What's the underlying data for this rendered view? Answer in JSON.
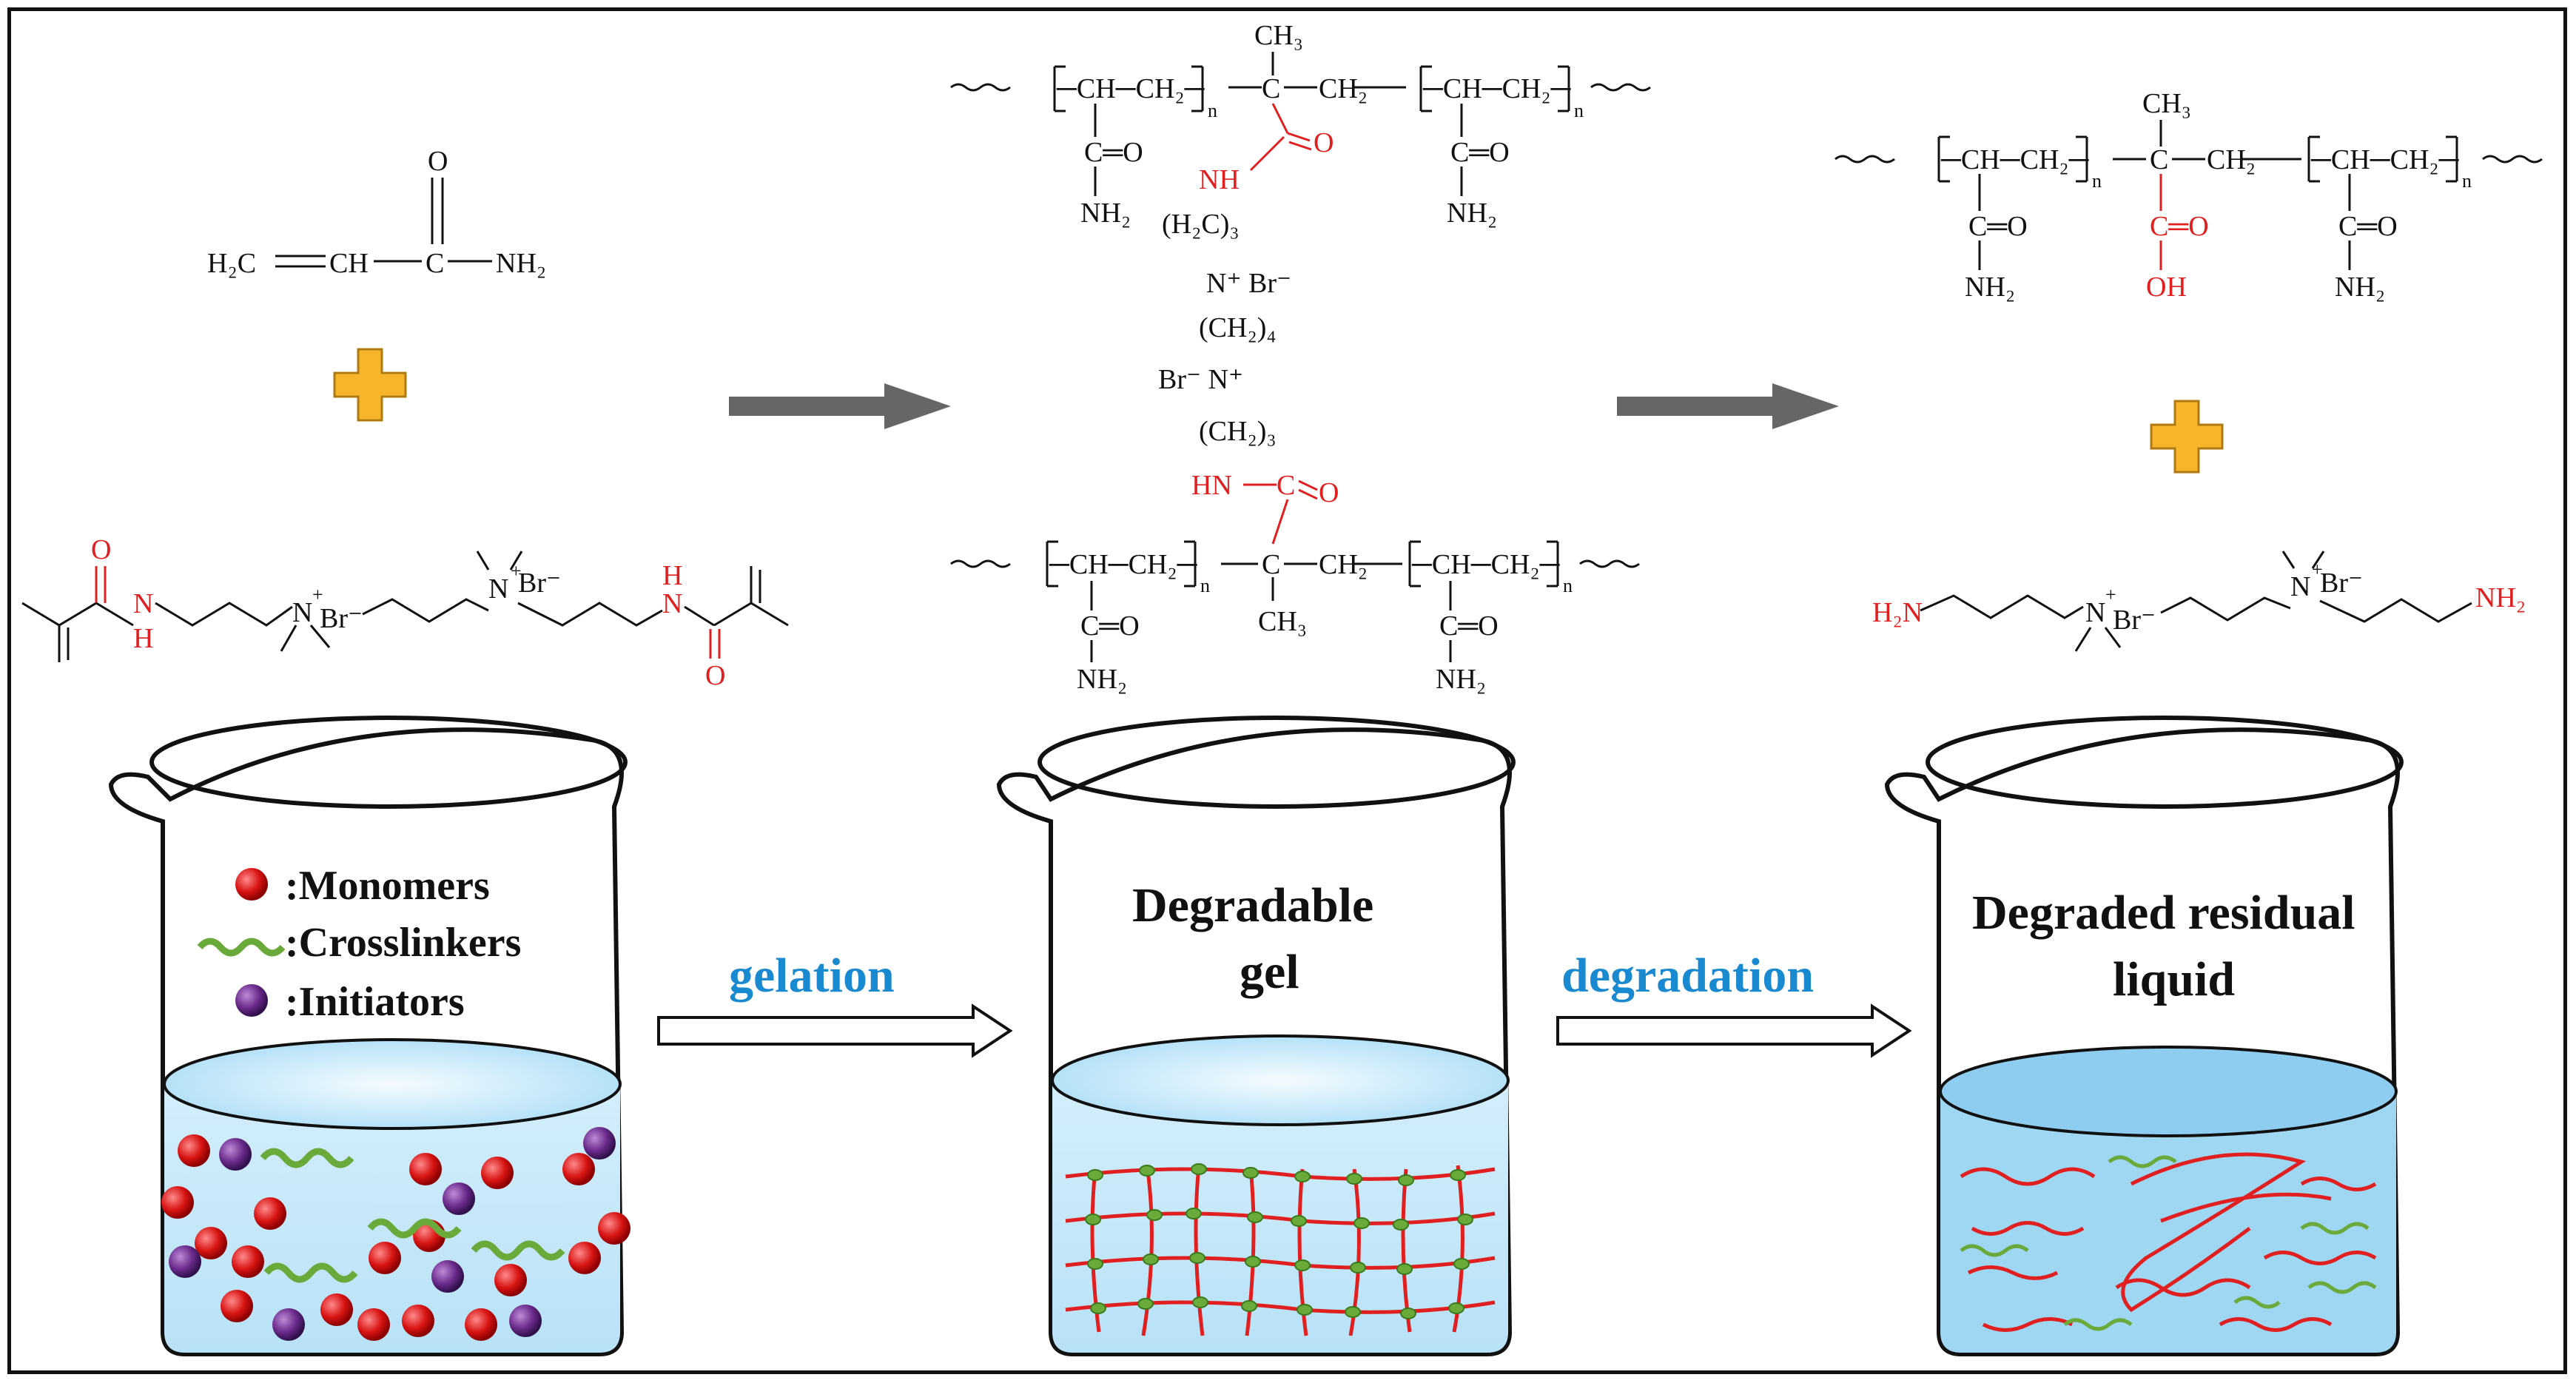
{
  "colors": {
    "red_highlight": "#e02020",
    "step_blue": "#1a8ad0",
    "plus_orange": "#f7b52c",
    "arrow_gray": "#666666",
    "liquid_blue": "#a8dcf5",
    "crosslinker_green": "#6aaa3a",
    "monomer_red": "#d81414",
    "initiator_purple": "#6a2a8a"
  },
  "monomer": {
    "h2c": "H₂C",
    "ch": "CH",
    "c": "C",
    "o": "O",
    "nh2": "NH₂"
  },
  "crosslinker": {
    "o1": "O",
    "n_h": "N",
    "h": "H",
    "n1": "N",
    "plus1": "+",
    "br1": "Br⁻",
    "n2": "N",
    "plus2": "+",
    "br2": "Br⁻",
    "n3": "N",
    "h3": "H",
    "o2": "O"
  },
  "gel_structure": {
    "top_chain": "─CH─CH₂─",
    "n": "n",
    "ch3": "CH₃",
    "c": "C",
    "ch2": "CH₂",
    "c_o": "C═O",
    "nh2": "NH₂",
    "nh": "NH",
    "h2c3": "(H₂C)₃",
    "nplus_br": "N⁺ Br⁻",
    "ch2_4": "(CH₂)₄",
    "br_nplus": "Br⁻ N⁺",
    "ch2_3": "(CH₂)₃",
    "hn": "HN",
    "o": "O"
  },
  "degraded_structure": {
    "chain": "─CH─CH₂─",
    "n": "n",
    "ch3": "CH₃",
    "c": "C",
    "ch2": "CH₂",
    "c_o": "C═O",
    "nh2": "NH₂",
    "c_red": "C═O",
    "oh": "OH"
  },
  "degraded_small_molecule": {
    "h2n": "H₂N",
    "n1": "N",
    "plus1": "+",
    "br1": "Br⁻",
    "n2": "N",
    "plus2": "+",
    "br2": "Br⁻",
    "nh2": "NH₂"
  },
  "legend": {
    "monomers": ":Monomers",
    "crosslinkers": ":Crosslinkers",
    "initiators": ":Initiators"
  },
  "steps": {
    "gelation": "gelation",
    "degradation": "degradation"
  },
  "beakers": {
    "gel_line1": "Degradable",
    "gel_line2": "gel",
    "liquid_line1": "Degraded residual",
    "liquid_line2": "liquid"
  }
}
